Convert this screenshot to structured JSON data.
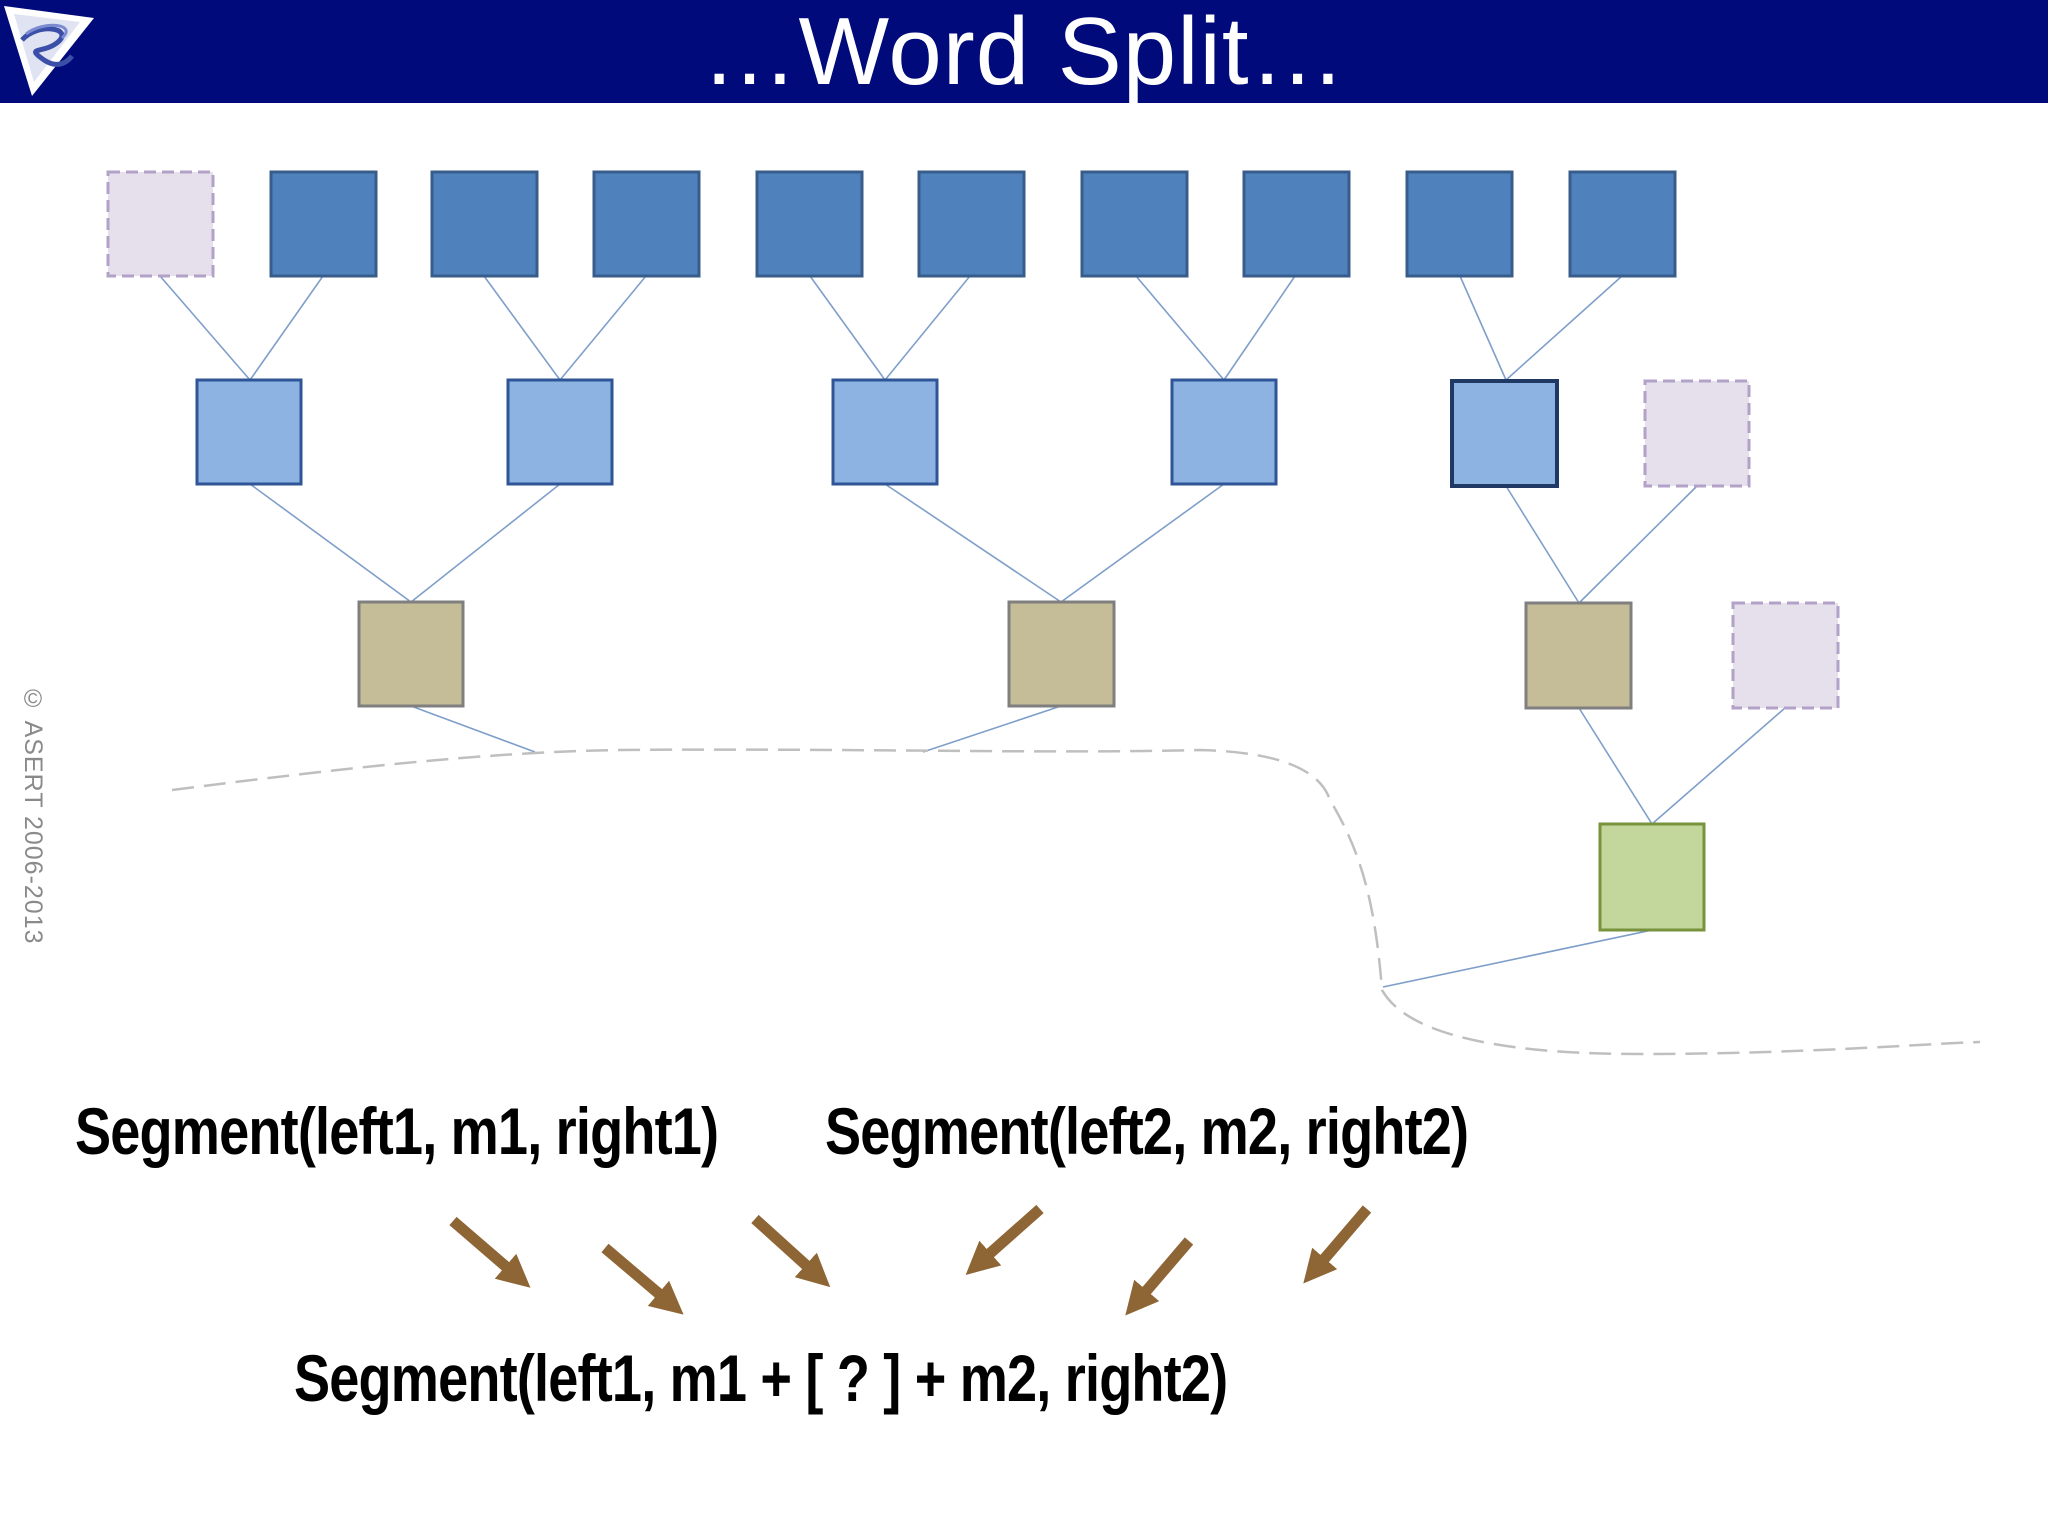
{
  "header": {
    "title": "…Word Split…",
    "background": "#000a7a"
  },
  "logo": {
    "icon": "company-logo-icon"
  },
  "copyright": "© ASERT 2006-2013",
  "formulas": {
    "left": "Segment(left1, m1, right1)",
    "right": "Segment(left2, m2, right2)",
    "result": "Segment(left1, m1 + [ ? ] + m2, right2)"
  },
  "colors": {
    "leaf": "#4f81bd",
    "leaf_border": "#385d8a",
    "level1": "#8db3e2",
    "level1_border": "#2f5597",
    "level2": "#c4bd97",
    "level2_border": "#7f7f7f",
    "root": "#c3d69b",
    "root_border": "#77933c",
    "placeholder": "#e6e0ec",
    "placeholder_border": "#b3a2c7",
    "arrow": "#8e6535",
    "dashed_boundary": "#bfbfbf"
  }
}
